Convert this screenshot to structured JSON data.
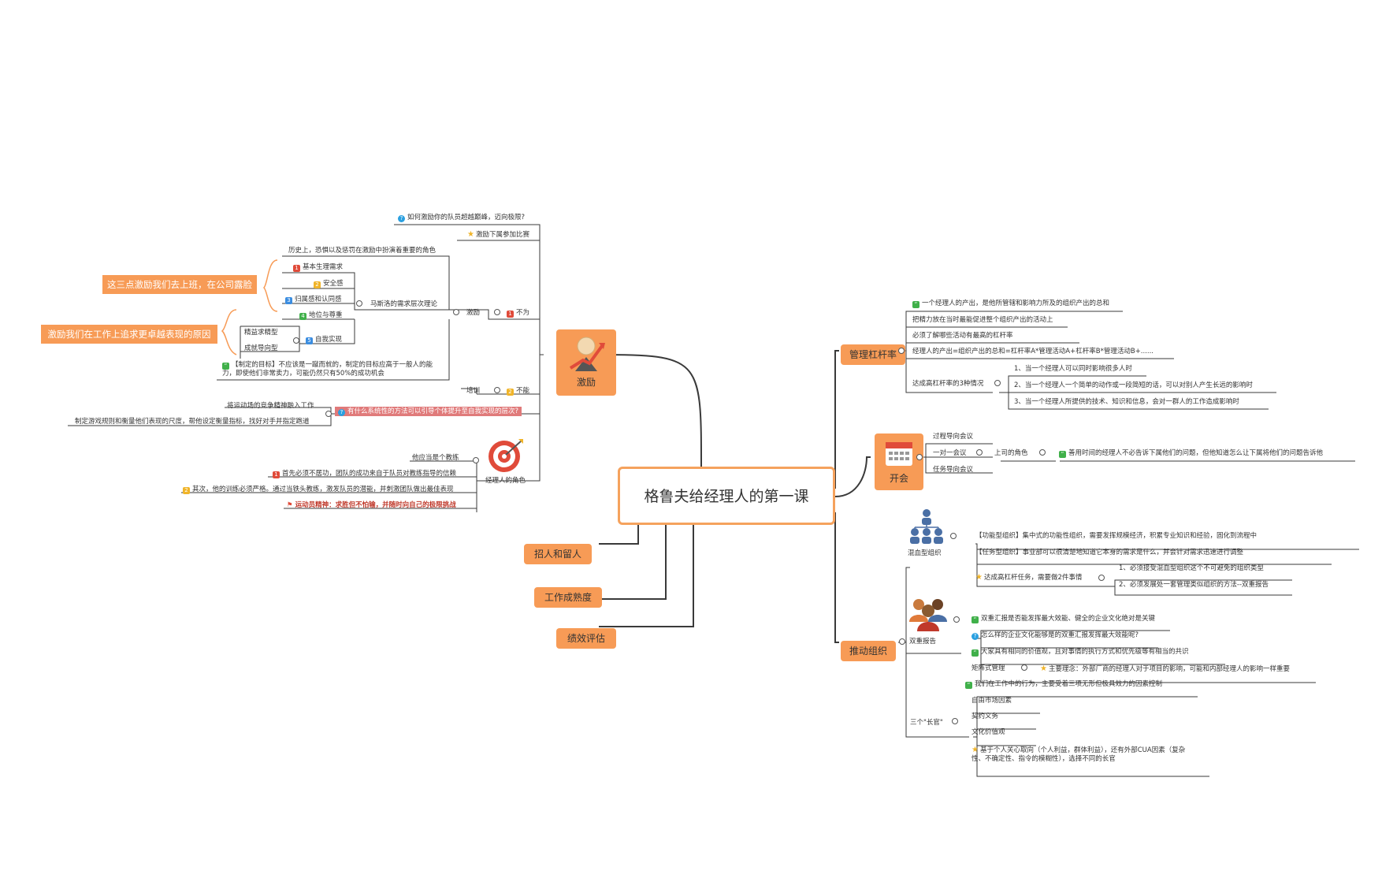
{
  "root": "格鲁夫给经理人的第一课",
  "topics": {
    "jili": "激励",
    "guanli": "管理杠杆率",
    "kaihui": "开会",
    "tuidong": "推动组织",
    "zhaopin": "招人和留人",
    "gongzuo": "工作成熟度",
    "jixiao": "绩效评估"
  },
  "left": {
    "q1": "如何激励你的队员超越巅峰，迈向极限?",
    "bisai": "激励下属参加比赛",
    "lishi": "历史上，恐惧以及惩罚在激励中扮演着重要的角色",
    "xq1": "基本生理需求",
    "xq2": "安全感",
    "xq3": "归属感和认同感",
    "xq4": "地位与尊重",
    "xq5": "自我实现",
    "jingyi": "精益求精型",
    "chengjiu": "成就导向型",
    "maslow": "马斯洛的需求层次理论",
    "jili2": "激励",
    "buwei": "不为",
    "mubiao": "【制定的目标】不应该是一蹴而就的，制定的目标应高于一般人的能力，即使他们非常卖力，可能仍然只有50%的成功机会",
    "peixun": "培训",
    "buneng": "不能",
    "jiang": "将运动场的竞争精神融入工作",
    "zhiding": "制定游戏规则和衡量他们表现的尺度，帮他设定衡量指标，找好对手并指定跑道",
    "q2": "有什么系统性的方法可以引导个体提升至自我实现的层次?",
    "jiaolian": "他应当是个教练",
    "shouxian": "首先必须不居功，团队的成功来自于队员对教练指导的信赖",
    "qici": "其次，他的训练必须严格。通过当铁头教练，激发队员的潜能，并刺激团队做出最佳表现",
    "yundong": "运动员精神：求胜但不怕输，并随时向自己的极限挑战",
    "jueshe": "经理人的角色",
    "note1": "这三点激励我们去上班，在公司露脸",
    "note2": "激励我们在工作上追求更卓越表现的原因"
  },
  "right": {
    "gl1": "一个经理人的产出，是他所管辖和影响力所及的组织产出的总和",
    "gl2": "把精力放在当时最能促进整个组织产出的活动上",
    "gl3": "必须了解哪些活动有最高的杠杆率",
    "gl4": "经理人的产出=组织产出的总和=杠杆率A*管理活动A+杠杆率B*管理活动B+......",
    "gl5": "达成高杠杆率的3种情况",
    "gl5a": "1、当一个经理人可以同时影响很多人时",
    "gl5b": "2、当一个经理人一个简单的动作或一段简短的话，可以对别人产生长远的影响时",
    "gl5c": "3、当一个经理人所提供的技术、知识和信息，会对一群人的工作造成影响时",
    "kh1": "过程导向会议",
    "kh2": "一对一会议",
    "kh2a": "上司的角色",
    "kh2b": "善用时间的经理人不必告诉下属他们的问题，但他知道怎么让下属将他们的问题告诉他",
    "kh3": "任务导向会议",
    "hx": "混血型组织",
    "hx1": "【功能型组织】集中式的功能性组织，需要发挥规模经济，积累专业知识和经验，固化到流程中",
    "hx2": "【任务型组织】事业部可以很清楚地知道它本身的需求是什么，并会针对需求迅速进行调整",
    "hx3": "达成高杠杆任务，需要做2件事情",
    "hx3a": "1、必须接受混血型组织这个不可避免的组织类型",
    "hx3b": "2、必须发展处一套管理类似组织的方法--双重报告",
    "sc": "双重报告",
    "sc1": "双重汇报是否能发挥最大效能、健全的企业文化绝对是关键",
    "sc2": "怎么样的企业文化能够是的双重汇报发挥最大效能呢?",
    "sc3": "大家具有相同的价值观，且对事情的执行方式和优先级等有相当的共识",
    "jz": "矩阵式管理",
    "jz1": "主要理念：外部厂商的经理人对于项目的影响，可能和内部经理人的影响一样重要",
    "zg": "三个\"长官\"",
    "zg0": "我们在工作中的行为，主要受着三项无形但极具效力的因素控制",
    "zg1": "自由市场因素",
    "zg2": "契约义务",
    "zg3": "文化价值观",
    "zg4": "基于个人关心取向（个人利益，群体利益），还有外部CUA因素（复杂性、不确定性、指令的模糊性），选择不同的长官"
  },
  "icons": {
    "jili": "manager-arrow-icon",
    "kaihui": "calendar-icon",
    "role": "target-dart-icon",
    "hx": "org-chart-icon",
    "sc": "people-group-icon"
  },
  "colors": {
    "topic": "#f79b56",
    "line": "#333333",
    "highlight": "#e07a7a"
  }
}
